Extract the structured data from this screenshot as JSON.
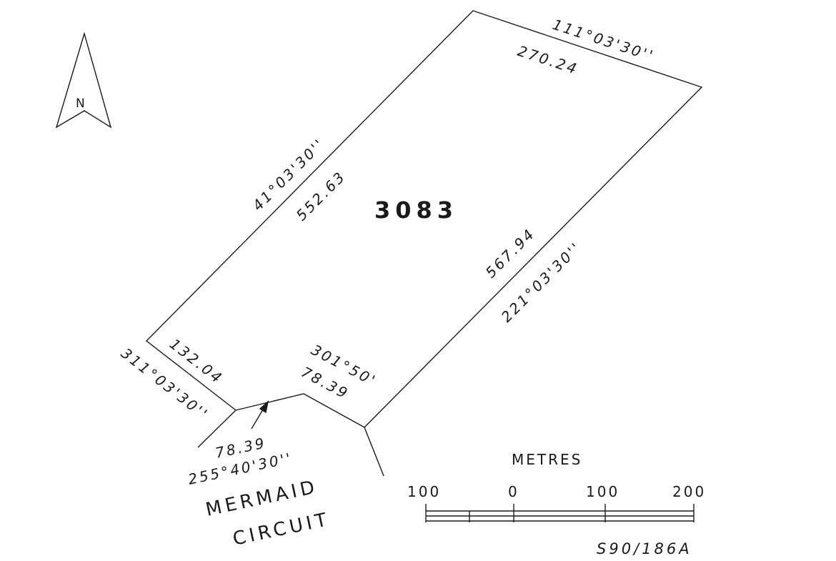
{
  "lot": {
    "number": "3083"
  },
  "boundaries": {
    "north_west": {
      "bearing": "41°03'30''",
      "distance": "552.63"
    },
    "north_east": {
      "bearing": "111°03'30''",
      "distance": "270.24"
    },
    "south_east": {
      "bearing": "221°03'30''",
      "distance": "567.94"
    },
    "south_west": {
      "bearing": "311°03'30''",
      "distance": "132.04"
    },
    "frontage_east": {
      "bearing": "301°50'",
      "distance": "78.39"
    },
    "frontage_west": {
      "bearing": "255°40'30''",
      "distance": "78.39"
    }
  },
  "road": {
    "line1": "MERMAID",
    "line2": "CIRCUIT"
  },
  "north_arrow": {
    "label": "N"
  },
  "scale_bar": {
    "title": "METRES",
    "ticks": [
      "100",
      "0",
      "100",
      "200"
    ]
  },
  "plan_reference": "S90/186A"
}
